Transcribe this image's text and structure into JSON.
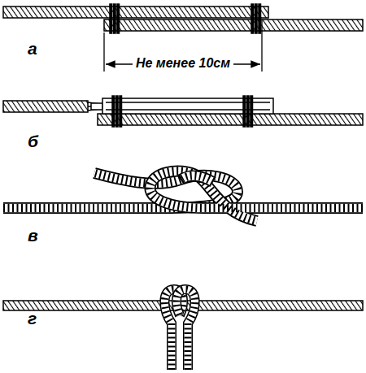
{
  "diagram": {
    "labels": [
      "а",
      "Не менее 10см",
      "б",
      "в",
      "г"
    ]
  }
}
